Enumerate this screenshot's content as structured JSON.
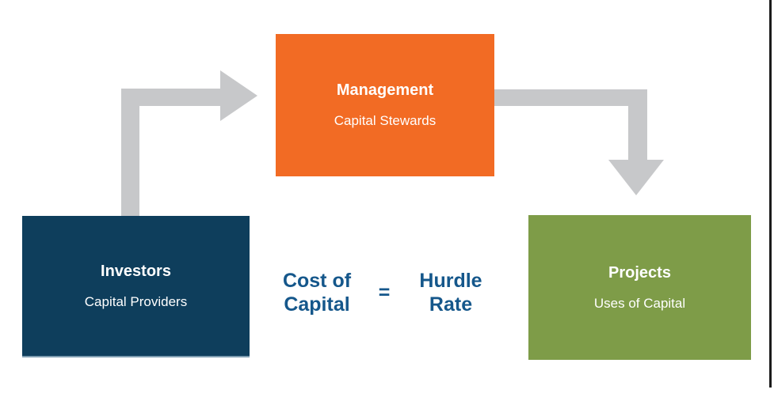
{
  "colors": {
    "orange": "#F26B24",
    "navy": "#0E3E5C",
    "green": "#7E9C48",
    "arrow-gray": "#C7C8CA",
    "equation-blue": "#15578B",
    "page-edge-black": "#1B1B1B"
  },
  "nodes": {
    "management": {
      "title": "Management",
      "subtitle": "Capital Stewards"
    },
    "investors": {
      "title": "Investors",
      "subtitle": "Capital Providers"
    },
    "projects": {
      "title": "Projects",
      "subtitle": "Uses of Capital"
    }
  },
  "equation": {
    "lhs_line1": "Cost of",
    "lhs_line2": "Capital",
    "equals": "=",
    "rhs_line1": "Hurdle",
    "rhs_line2": "Rate"
  }
}
